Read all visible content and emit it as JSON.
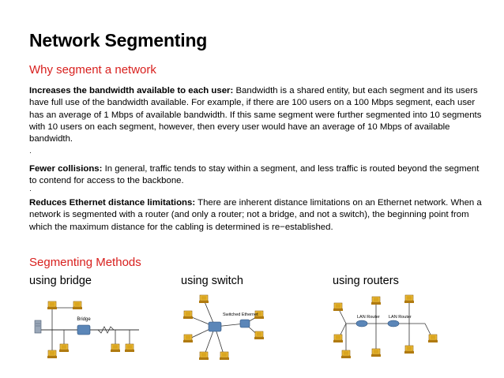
{
  "title": "Network Segmenting",
  "subtitle": "Why segment a network",
  "paragraphs": [
    {
      "heading": "Increases the bandwidth available to each user:",
      "text": " Bandwidth is a shared entity, but each segment and its users have full use of the bandwidth available. For example, if there are 100 users on a 100 Mbps segment, each user has an average of 1 Mbps of available bandwidth. If this same segment were further segmented into 10 segments with 10 users on each segment, however, then every user would have an average of 10 Mbps of available bandwidth."
    },
    {
      "heading": "Fewer collisions:",
      "text": " In general, traffic tends to stay within a segment, and less traffic is routed beyond the segment to contend for access to the backbone."
    },
    {
      "heading": "Reduces Ethernet distance limitations:",
      "text": " There are inherent distance limitations on an Ethernet network. When a network is segmented with a router (and only a router; not a bridge, and not a switch), the beginning point from which the maximum distance for the cabling is determined is re−established."
    }
  ],
  "separator": "·",
  "methods_heading": "Segmenting Methods",
  "methods": [
    {
      "label": "using bridge",
      "device_label": "Bridge"
    },
    {
      "label": "using switch",
      "device_label": "Switched Ethernet"
    },
    {
      "label": "using routers",
      "device_labels": [
        "LAN Router",
        "LAN Router"
      ]
    }
  ],
  "colors": {
    "accent": "#d8201e",
    "pc_body": "#f5c542",
    "pc_base": "#b07a10",
    "device": "#5b86b8",
    "server": "#9aa7b8"
  }
}
